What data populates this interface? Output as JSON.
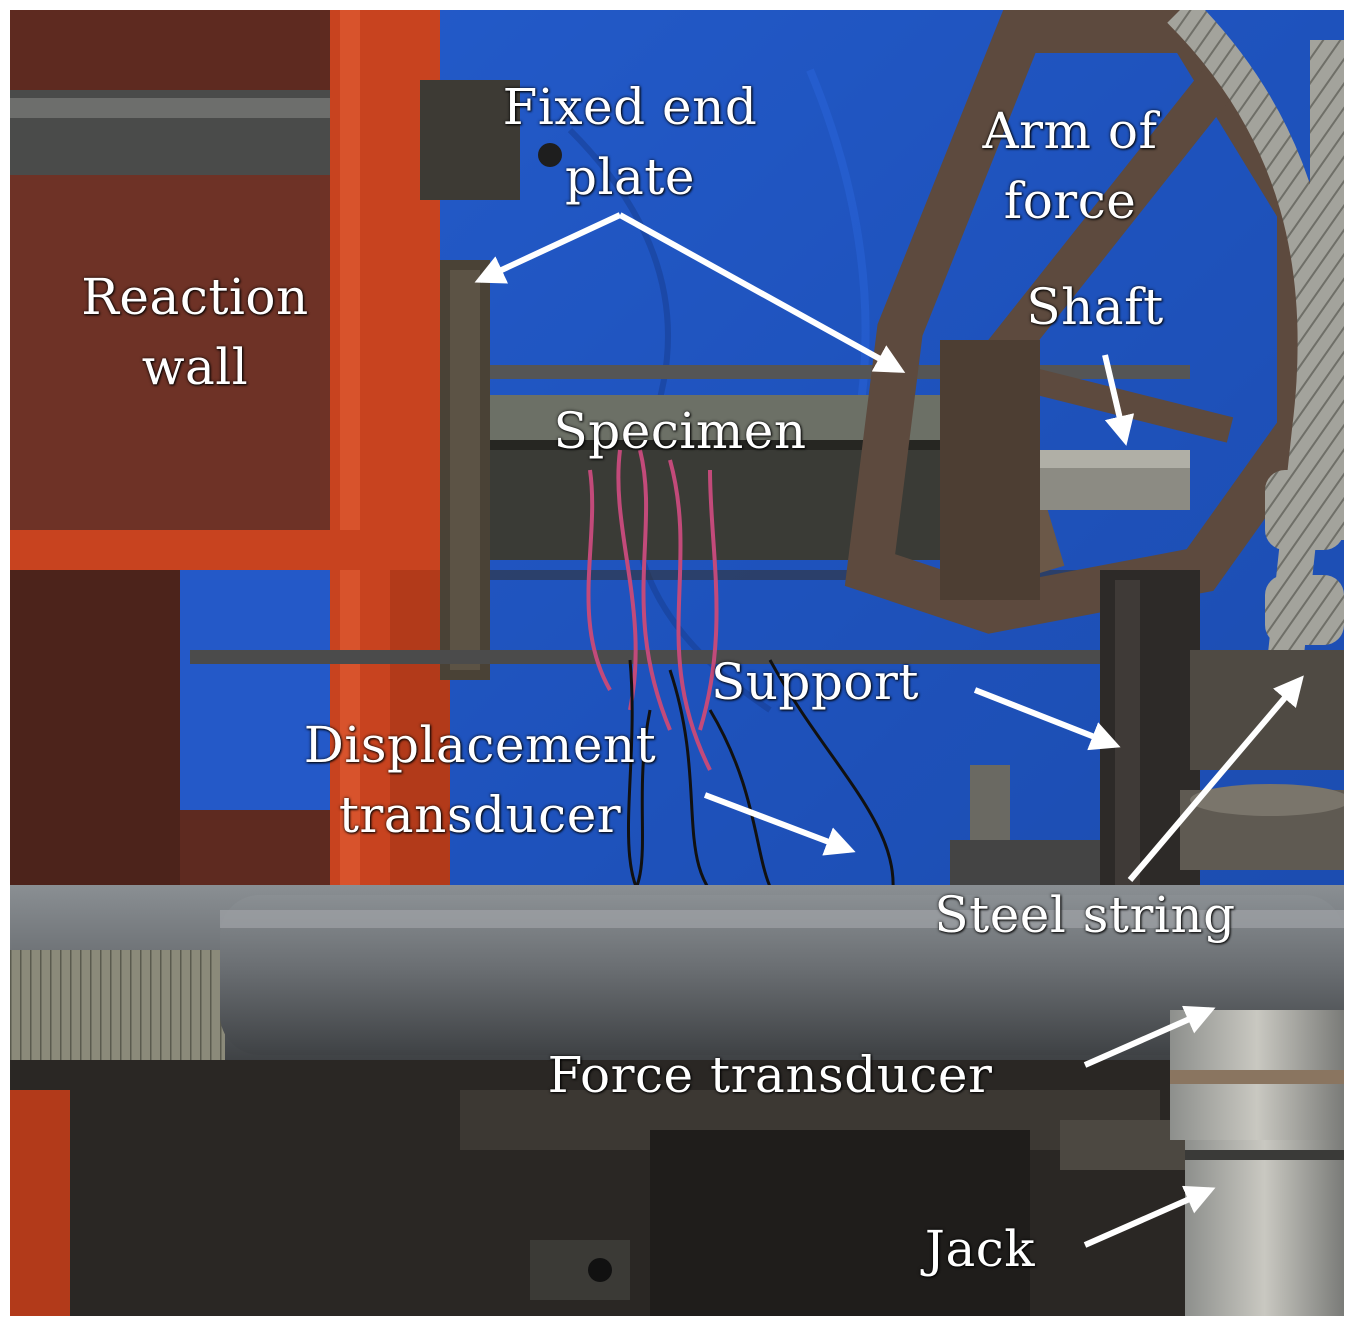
{
  "labels": {
    "fixed_end_plate": "Fixed end plate",
    "arm_of_force": "Arm of force",
    "reaction_wall": "Reaction wall",
    "shaft": "Shaft",
    "specimen": "Specimen",
    "support": "Support",
    "displacement_transducer": "Displacement transducer",
    "steel_string": "Steel string",
    "force_transducer": "Force transducer",
    "jack": "Jack"
  },
  "colors": {
    "backdrop_tarp": "#1e4fb8",
    "reaction_frame": "#c8431f",
    "reaction_wall": "#6a2a1e",
    "steel": "#6b6f73",
    "specimen": "#3a3b36",
    "label_text": "#ffffff",
    "arrow": "#ffffff"
  }
}
